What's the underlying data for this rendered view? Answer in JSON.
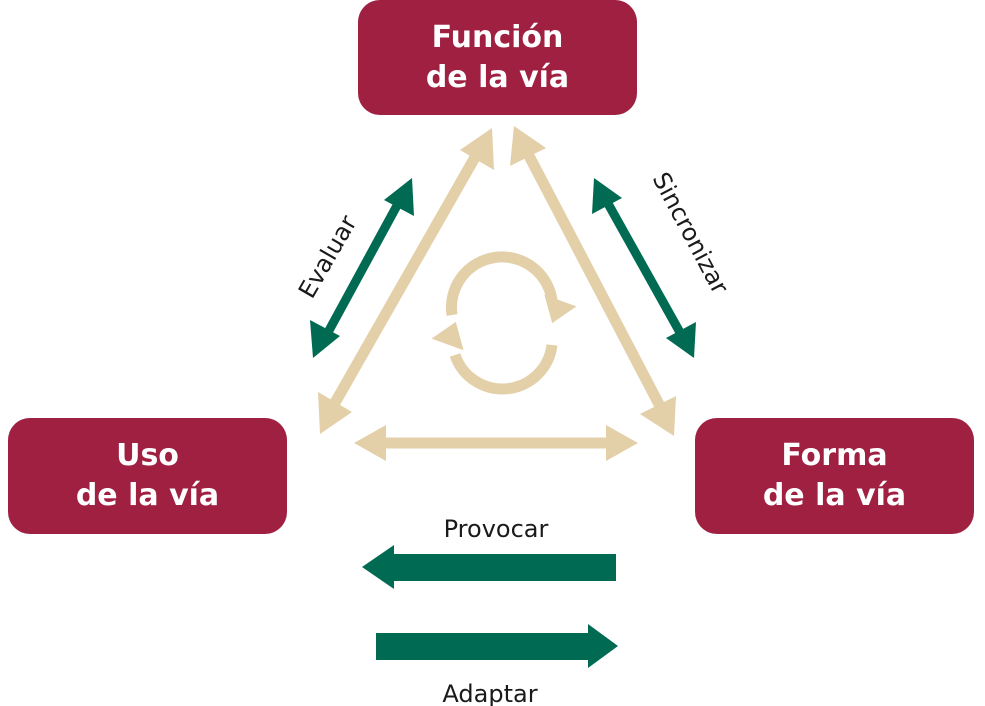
{
  "nodes": {
    "top": {
      "line1": "Función",
      "line2": "de la vía"
    },
    "left": {
      "line1": "Uso",
      "line2": "de la vía"
    },
    "right": {
      "line1": "Forma",
      "line2": "de la vía"
    }
  },
  "labels": {
    "evaluar": "Evaluar",
    "sincronizar": "Sincronizar",
    "provocar": "Provocar",
    "adaptar": "Adaptar"
  },
  "colors": {
    "node_fill": "#a02042",
    "node_text": "#ffffff",
    "green_arrow": "#006b52",
    "beige_arrow": "#e3cfa8",
    "label_text": "#1a1a1a"
  },
  "icons": {
    "center": "refresh-cycle-icon"
  }
}
